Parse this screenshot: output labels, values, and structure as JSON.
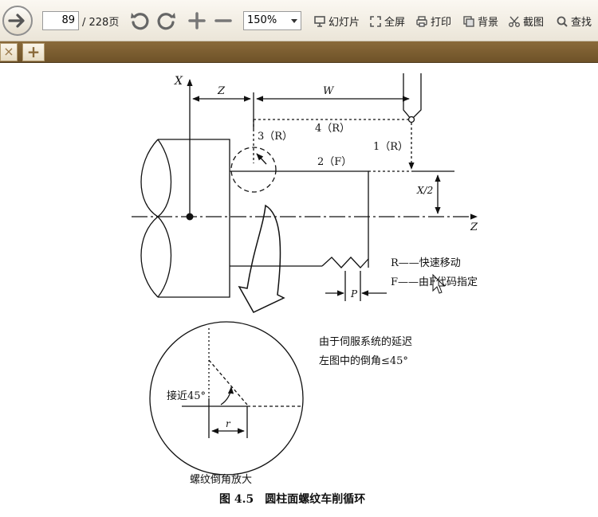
{
  "toolbar": {
    "current_page": "89",
    "total_pages_label": "/ 228页",
    "zoom_value": "150%",
    "slideshow_label": "幻灯片",
    "fullscreen_label": "全屏",
    "print_label": "打印",
    "background_label": "背景",
    "screenshot_label": "截图",
    "search_label": "查找"
  },
  "tabs": {
    "close_symbol": "×",
    "add_symbol": "+"
  },
  "figure": {
    "label_x": "X",
    "label_z_top": "Z",
    "label_w": "W",
    "label_4r": "4（R）",
    "label_3r": "3（R）",
    "label_1r": "1（R）",
    "label_2f": "2（F）",
    "label_x2": "X/2",
    "label_z_axis": "Z",
    "legend_r": "R——快速移动",
    "legend_f": "F——由F代码指定",
    "label_p": "P",
    "note_line1": "由于伺服系统的延迟",
    "note_line2": "左图中的倒角≤45°",
    "label_approx45": "接近45°",
    "label_r": "r",
    "detail_caption": "螺纹倒角放大",
    "caption": "图 4.5　圆柱面螺纹车削循环"
  },
  "colors": {
    "tab_bar": "#7a5c30",
    "toolbar_bg": "#f3efe6"
  }
}
